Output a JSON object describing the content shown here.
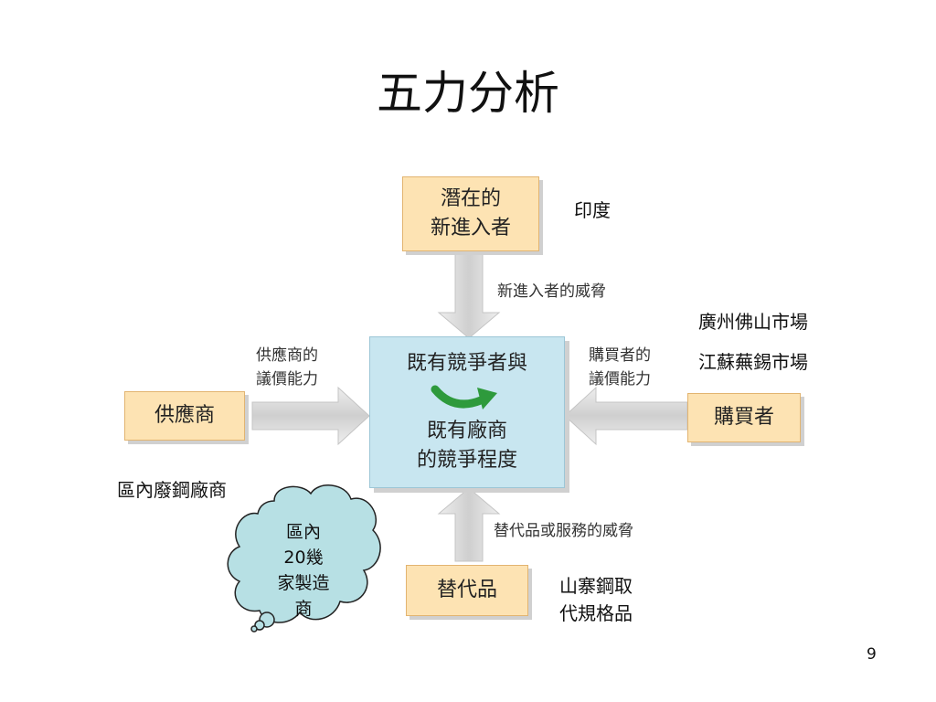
{
  "title": "五力分析",
  "boxes": {
    "new_entrants": [
      "潛在的",
      "新進入者"
    ],
    "suppliers": "供應商",
    "buyers": "購買者",
    "substitutes": "替代品"
  },
  "center": {
    "line1": "既有競爭者與",
    "line2": "既有廠商",
    "line3": "的競爭程度"
  },
  "arrow_labels": {
    "new_entrants_threat": "新進入者的威脅",
    "supplier_power": [
      "供應商的",
      "議價能力"
    ],
    "buyer_power": [
      "購買者的",
      "議價能力"
    ],
    "substitute_threat": "替代品或服務的威脅"
  },
  "notes": {
    "india": "印度",
    "guangzhou": "廣州佛山市場",
    "jiangsu": "江蘇蕪錫市場",
    "scrap": "區內廢鋼廠商",
    "copycat": [
      "山寨鋼取",
      "代規格品"
    ]
  },
  "cloud": {
    "lines": [
      "區內",
      "20幾",
      "家製造",
      "商"
    ]
  },
  "page_number": "9",
  "colors": {
    "box_fill": "#fde3b3",
    "center_fill": "#c8e6f0",
    "cloud_fill": "#b7e0e4",
    "arrow_fill": "#d4d4d4",
    "curved_arrow": "#2e9a3c"
  }
}
